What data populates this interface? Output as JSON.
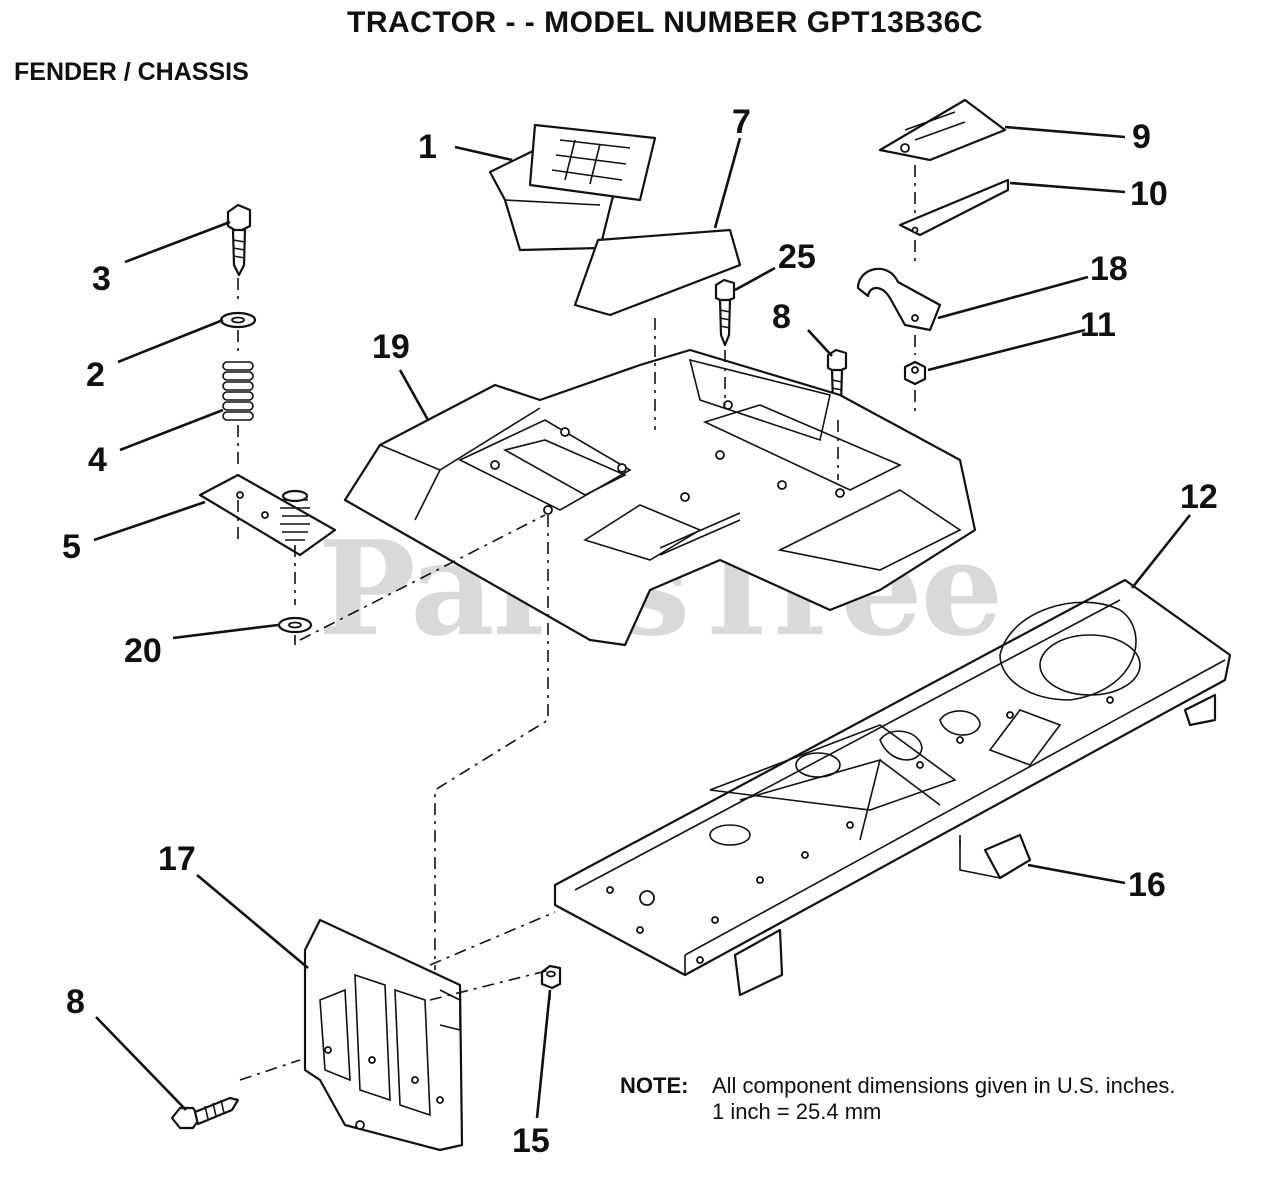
{
  "title": "TRACTOR  - - MODEL NUMBER GPT13B36C",
  "section": "FENDER / CHASSIS",
  "callouts": {
    "c1": "1",
    "c7": "7",
    "c9": "9",
    "c10": "10",
    "c25": "25",
    "c18": "18",
    "c3": "3",
    "c8a": "8",
    "c11": "11",
    "c2": "2",
    "c19": "19",
    "c4": "4",
    "c12": "12",
    "c5": "5",
    "c20": "20",
    "c17": "17",
    "c16": "16",
    "c8b": "8",
    "c15": "15"
  },
  "note": {
    "label": "NOTE:",
    "line1": "All component dimensions given in U.S. inches.",
    "line2": "1 inch = 25.4 mm"
  },
  "watermark": "PartsTree"
}
